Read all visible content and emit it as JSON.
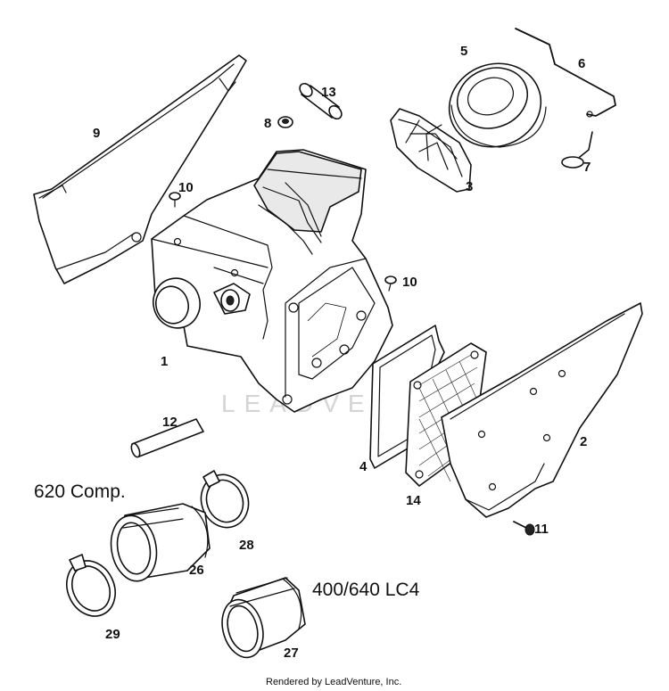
{
  "diagram": {
    "callouts": [
      "1",
      "2",
      "3",
      "4",
      "5",
      "6",
      "7",
      "8",
      "9",
      "10",
      "10",
      "11",
      "12",
      "13",
      "14",
      "26",
      "27",
      "28",
      "29"
    ],
    "variant_labels": {
      "comp": "620 Comp.",
      "lc4": "400/640 LC4"
    },
    "watermark": "LEADVENTURE",
    "credit": "Rendered by LeadVenture, Inc.",
    "colors": {
      "line": "#111111",
      "watermark": "#d4d4d4"
    }
  }
}
